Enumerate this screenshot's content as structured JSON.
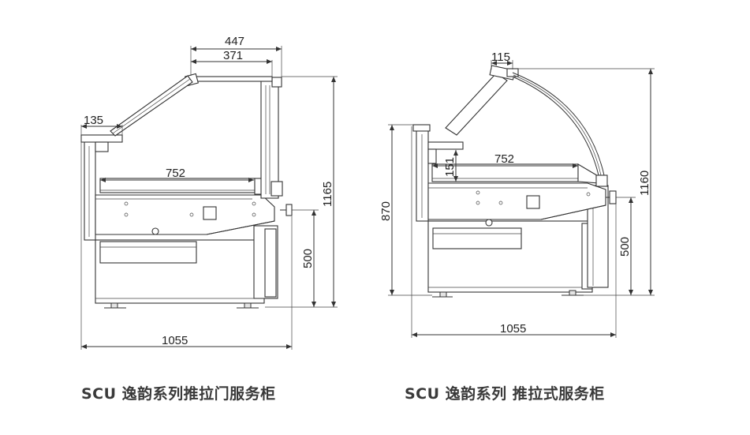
{
  "left_drawing": {
    "caption": "SCU 逸韵系列推拉门服务柜",
    "dimensions": {
      "top_outer": "447",
      "top_inner": "371",
      "ledge": "135",
      "shelf_depth": "752",
      "total_height": "1165",
      "counter_height": "500",
      "total_depth": "1055"
    }
  },
  "right_drawing": {
    "caption": "SCU 逸韵系列 推拉式服务柜",
    "dimensions": {
      "top_ledge": "115",
      "shelf_depth": "752",
      "shelf_height": "151",
      "front_height": "870",
      "total_height": "1160",
      "counter_height": "500",
      "total_depth": "1055"
    }
  }
}
